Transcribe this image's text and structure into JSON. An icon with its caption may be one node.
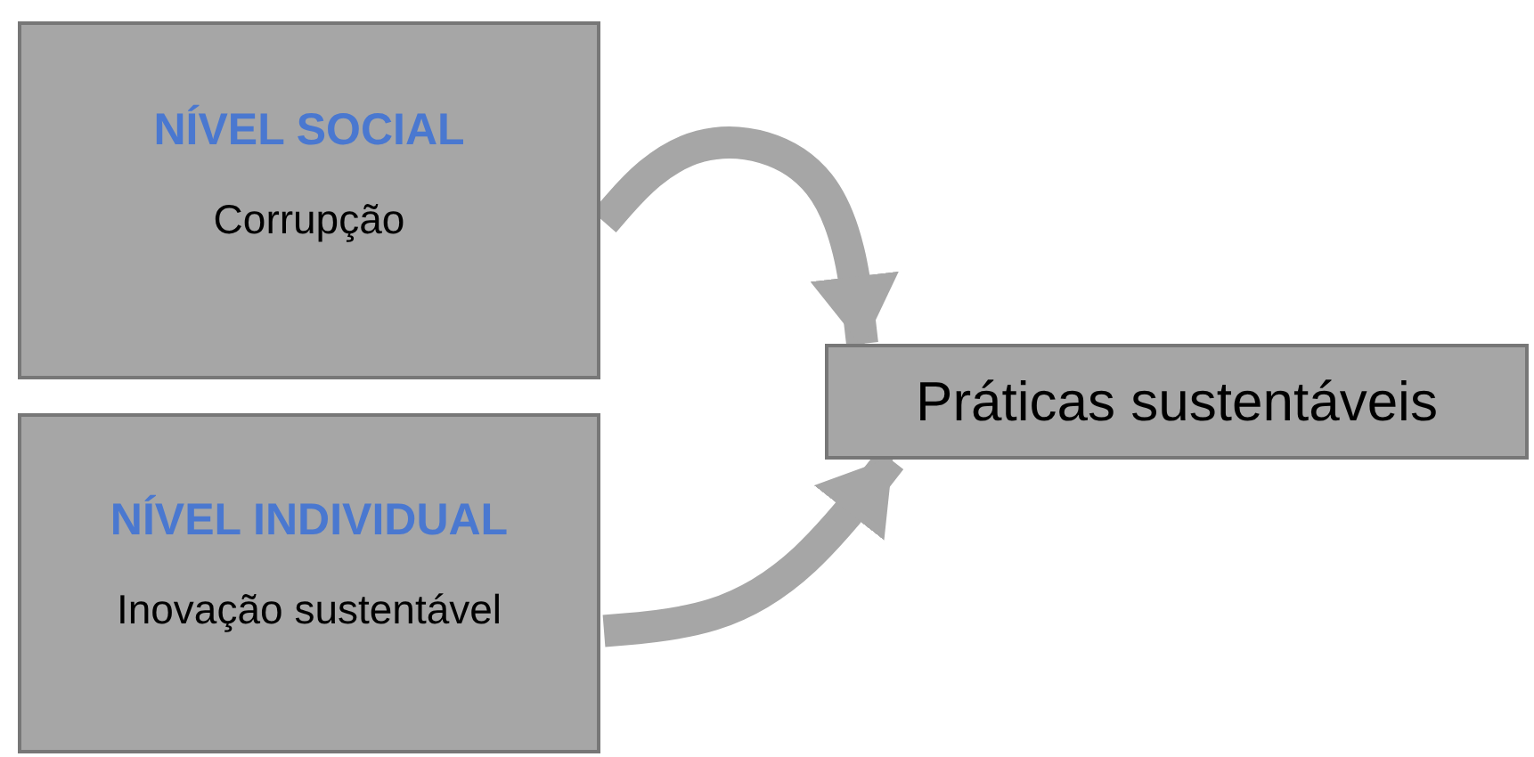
{
  "diagram": {
    "nodes": [
      {
        "text": [
          "NÍVEL SOCIAL",
          "Corrupção"
        ]
      },
      {
        "text": [
          "NÍVEL INDIVIDUAL",
          "Inovação sustentável"
        ]
      },
      {
        "text": [
          "Práticas sustentáveis"
        ]
      }
    ],
    "edges": [
      {
        "from": 0,
        "to": 2,
        "arrow": "to"
      },
      {
        "from": 1,
        "to": 2,
        "arrow": "to"
      }
    ]
  }
}
